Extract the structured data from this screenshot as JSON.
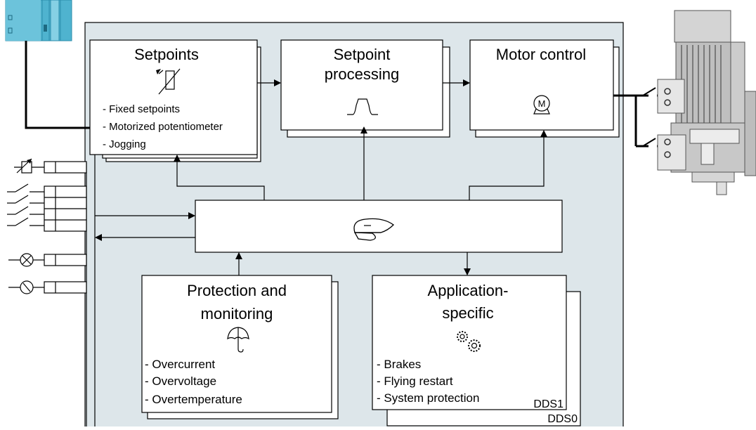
{
  "colors": {
    "drive_panel": "#dde6ea",
    "controller_fill": "#4fb3cf",
    "controller_dark": "#2b8cab"
  },
  "blocks": {
    "setpoints": {
      "title": "Setpoints",
      "icon": "potentiometer-icon",
      "items": [
        "- Fixed setpoints",
        "- Motorized potentiometer",
        "- Jogging"
      ]
    },
    "setpoint_processing": {
      "title_line1": "Setpoint",
      "title_line2": "processing",
      "icon": "ramp-function-icon"
    },
    "motor_control": {
      "title": "Motor control",
      "icon": "motor-symbol-icon",
      "motor_symbol": "M"
    },
    "sequence_control": {
      "icon": "captain-hat-icon"
    },
    "protection": {
      "title_line1": "Protection and",
      "title_line2": "monitoring",
      "icon": "umbrella-icon",
      "items": [
        "- Overcurrent",
        "- Overvoltage",
        "- Overtemperature"
      ]
    },
    "application": {
      "title_line1": "Application-",
      "title_line2": "specific",
      "icon": "gears-icon",
      "items": [
        "- Brakes",
        "- Flying restart",
        "- System protection"
      ],
      "dds1": "DDS1",
      "dds0": "DDS0"
    }
  },
  "inputs": {
    "icons": [
      "potentiometer-input-icon",
      "switch-input-icon",
      "lamp-output-icon",
      "gauge-output-icon"
    ]
  },
  "devices": {
    "controller": "plc-controller-icon",
    "motor": "electric-motor-icon"
  }
}
